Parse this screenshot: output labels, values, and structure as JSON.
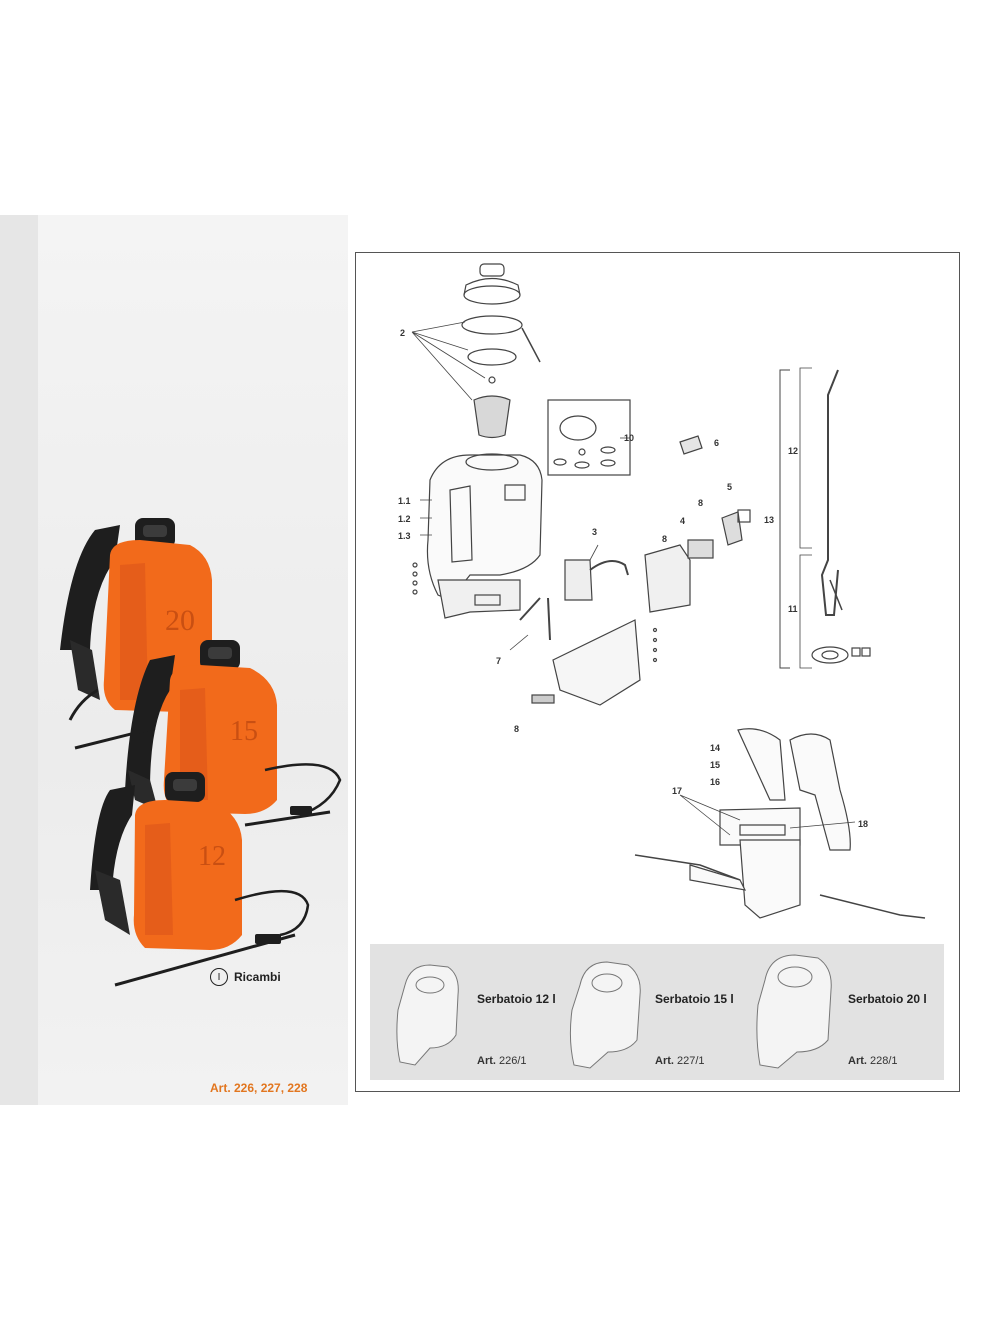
{
  "callouts": {
    "c2": "2",
    "c1_1": "1.1",
    "c1_2": "1.2",
    "c1_3": "1.3",
    "c3": "3",
    "c4": "4",
    "c5": "5",
    "c6": "6",
    "c7": "7",
    "c8a": "8",
    "c8b": "8",
    "c8c": "8",
    "c10": "10",
    "c11": "11",
    "c12": "12",
    "c13": "13",
    "c14": "14",
    "c15": "15",
    "c16": "16",
    "c17": "17",
    "c18": "18"
  },
  "product_photos": {
    "sprayers": [
      {
        "capacity_mark": "20"
      },
      {
        "capacity_mark": "15"
      },
      {
        "capacity_mark": "12"
      }
    ],
    "body_color": "#f26a1b",
    "harness_color": "#1e1e1e"
  },
  "ricambi": {
    "lang_badge": "I",
    "label": "Ricambi"
  },
  "art_codes": "Art. 226, 227, 228",
  "tanks": [
    {
      "title": "Serbatoio 12 l",
      "art_prefix": "Art.",
      "art_code": "226/1"
    },
    {
      "title": "Serbatoio 15 l",
      "art_prefix": "Art.",
      "art_code": "227/1"
    },
    {
      "title": "Serbatoio 20 l",
      "art_prefix": "Art.",
      "art_code": "228/1"
    }
  ]
}
